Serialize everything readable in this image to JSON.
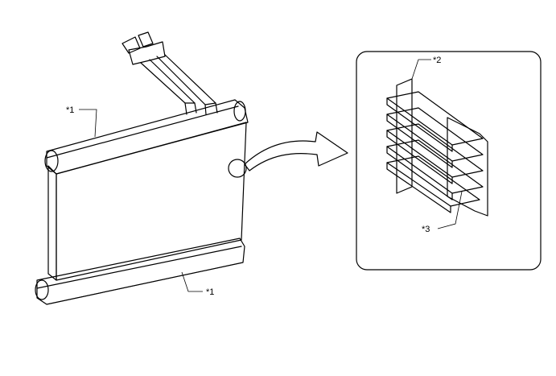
{
  "callouts": {
    "top_tank": "*1",
    "bottom_tank": "*1",
    "detail_top": "*2",
    "detail_bottom": "*3"
  },
  "colors": {
    "line": "#000000",
    "fill": "#ffffff",
    "core": "#dcdcdc"
  }
}
